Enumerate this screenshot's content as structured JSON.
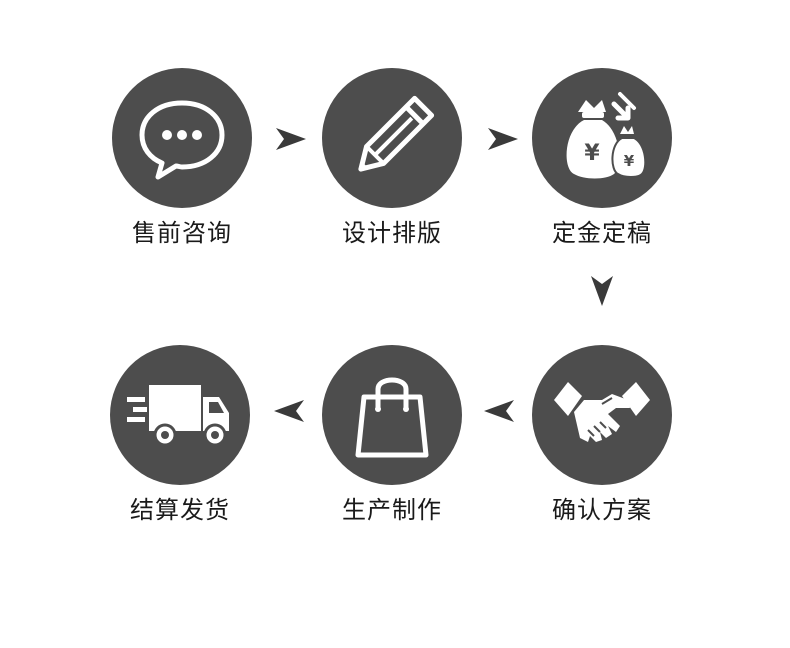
{
  "steps": [
    {
      "label": "售前咨询",
      "icon": "chat-bubble-icon"
    },
    {
      "label": "设计排版",
      "icon": "pencil-icon"
    },
    {
      "label": "定金定稿",
      "icon": "money-bag-icon",
      "icon_text": "¥"
    },
    {
      "label": "确认方案",
      "icon": "handshake-icon"
    },
    {
      "label": "生产制作",
      "icon": "shopping-bag-icon"
    },
    {
      "label": "结算发货",
      "icon": "delivery-truck-icon"
    }
  ],
  "colors": {
    "circle": "#4d4d4d",
    "arrow": "#3a3a3a",
    "icon": "#ffffff",
    "label": "#1a1a1a"
  }
}
